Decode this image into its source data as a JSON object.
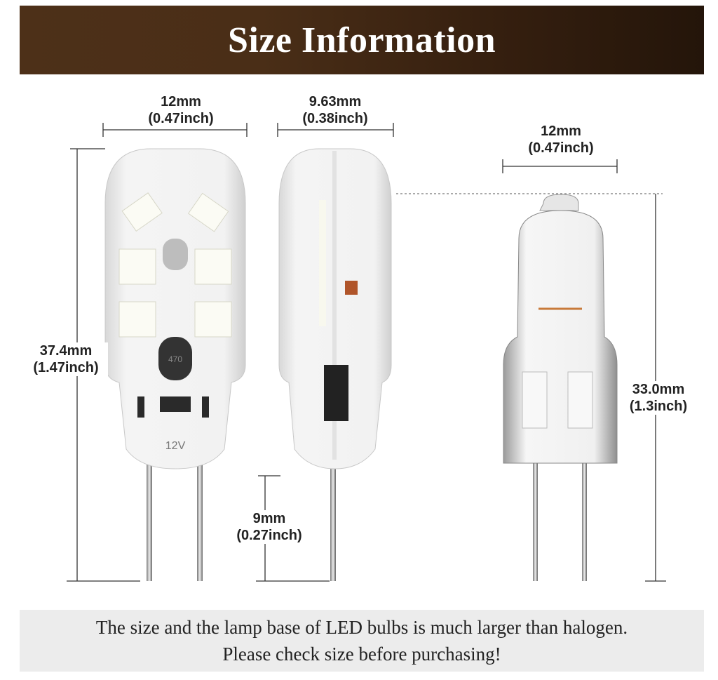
{
  "header": {
    "title": "Size Information"
  },
  "led_front": {
    "width_mm": "12mm",
    "width_in": "(0.47inch)",
    "height_mm": "37.4mm",
    "height_in": "(1.47inch)",
    "voltage_marking": "12V",
    "resistor_marking": "470"
  },
  "led_side": {
    "width_mm": "9.63mm",
    "width_in": "(0.38inch)",
    "pin_mm": "9mm",
    "pin_in": "(0.27inch)"
  },
  "halogen": {
    "width_mm": "12mm",
    "width_in": "(0.47inch)",
    "height_mm": "33.0mm",
    "height_in": "(1.3inch)"
  },
  "footer": {
    "line1": "The size and the lamp base of LED bulbs is much larger than halogen.",
    "line2": "Please check size before purchasing!"
  },
  "colors": {
    "header_bg": "#4a2e17",
    "footer_bg": "#ececec"
  }
}
